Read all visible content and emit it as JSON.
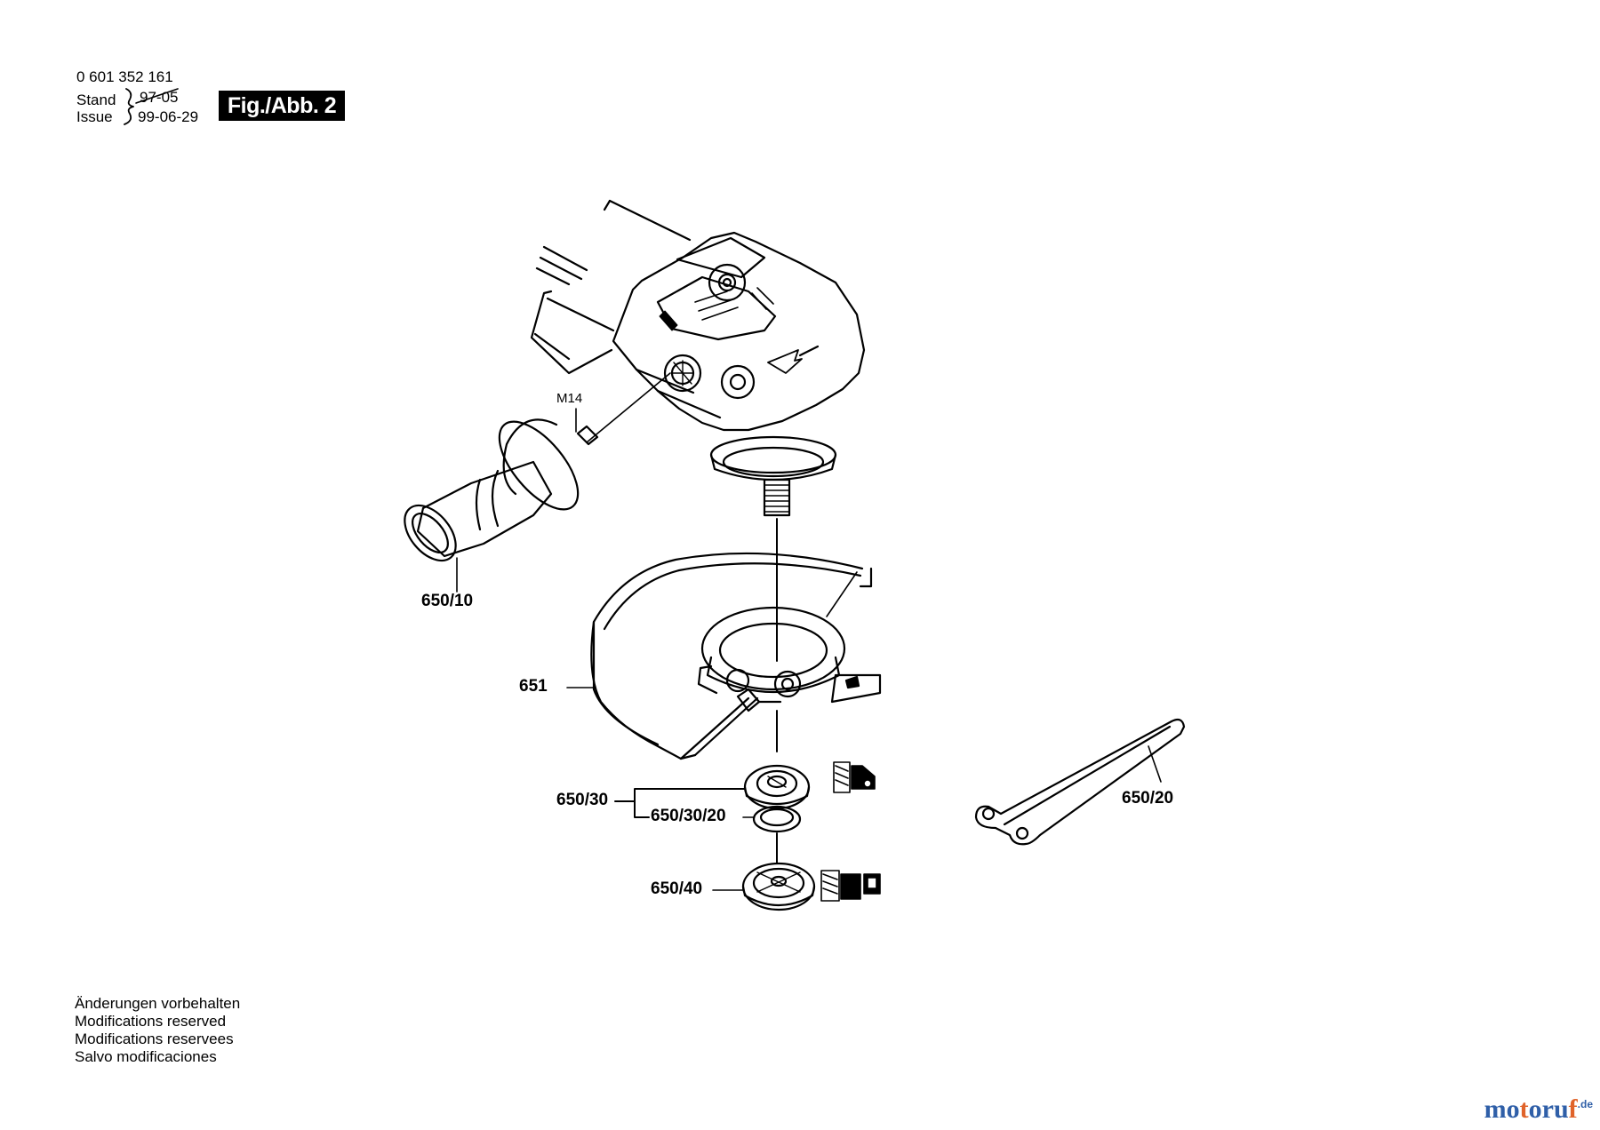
{
  "header": {
    "part_number": "0 601 352 161",
    "stand_label": "Stand",
    "issue_label": "Issue",
    "stand_date": "97-05",
    "issue_date": "99-06-29",
    "figure_label": "Fig./Abb. 2"
  },
  "callouts": {
    "handle": "650/10",
    "thread": "M14",
    "guard": "651",
    "flange": "650/30",
    "oring": "650/30/20",
    "nut": "650/40",
    "wrench": "650/20"
  },
  "notes": [
    "Änderungen vorbehalten",
    "Modifications reserved",
    "Modifications reservees",
    "Salvo modificaciones"
  ],
  "watermark": {
    "letters": [
      "m",
      "o",
      "t",
      "o",
      "r",
      "u",
      "f"
    ],
    "suffix": ".de",
    "colors": [
      "#2f5fa8",
      "#2f5fa8",
      "#e0632a",
      "#2f5fa8",
      "#2f5fa8",
      "#2f5fa8",
      "#e0632a"
    ]
  }
}
